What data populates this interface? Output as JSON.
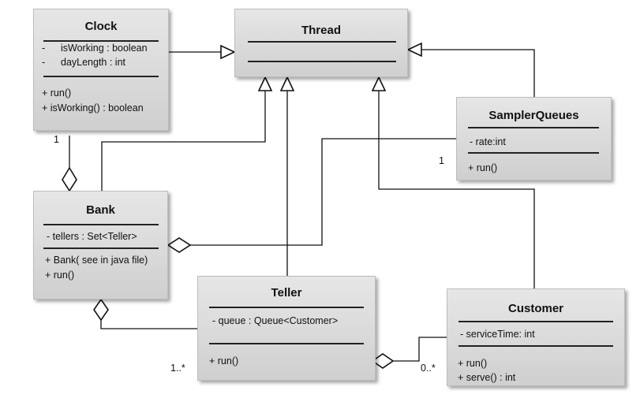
{
  "classes": {
    "clock": {
      "name": "Clock",
      "attributes": [
        "isWorking : boolean",
        "dayLength : int"
      ],
      "attribute_marker": "-",
      "methods": [
        "+ run()",
        "+ isWorking() : boolean"
      ]
    },
    "thread": {
      "name": "Thread"
    },
    "sampler": {
      "name": "SamplerQueues",
      "attributes": [
        "- rate:int"
      ],
      "methods": [
        "+ run()"
      ]
    },
    "bank": {
      "name": "Bank",
      "attributes": [
        "- tellers : Set<Teller>"
      ],
      "methods": [
        "+ Bank( see in java file)",
        "+ run()"
      ]
    },
    "teller": {
      "name": "Teller",
      "attributes": [
        "- queue : Queue<Customer>"
      ],
      "methods": [
        "+ run()"
      ]
    },
    "customer": {
      "name": "Customer",
      "attributes": [
        "- serviceTime: int"
      ],
      "methods": [
        "+ run()",
        "+ serve() : int"
      ]
    }
  },
  "multiplicities": {
    "clock_bank": "1",
    "bank_sampler": "1",
    "bank_teller": "1..*",
    "teller_customer": "0..*"
  }
}
